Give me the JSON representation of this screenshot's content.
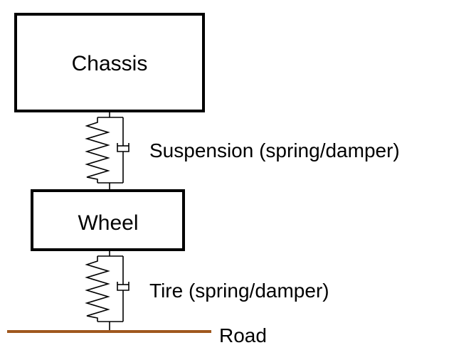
{
  "diagram": {
    "blocks": {
      "chassis": "Chassis",
      "wheel": "Wheel"
    },
    "connections": {
      "suspension": "Suspension (spring/damper)",
      "tire": "Tire (spring/damper)"
    },
    "ground": "Road",
    "colors": {
      "line": "#000000",
      "road": "#a0581e",
      "background": "#ffffff"
    }
  }
}
